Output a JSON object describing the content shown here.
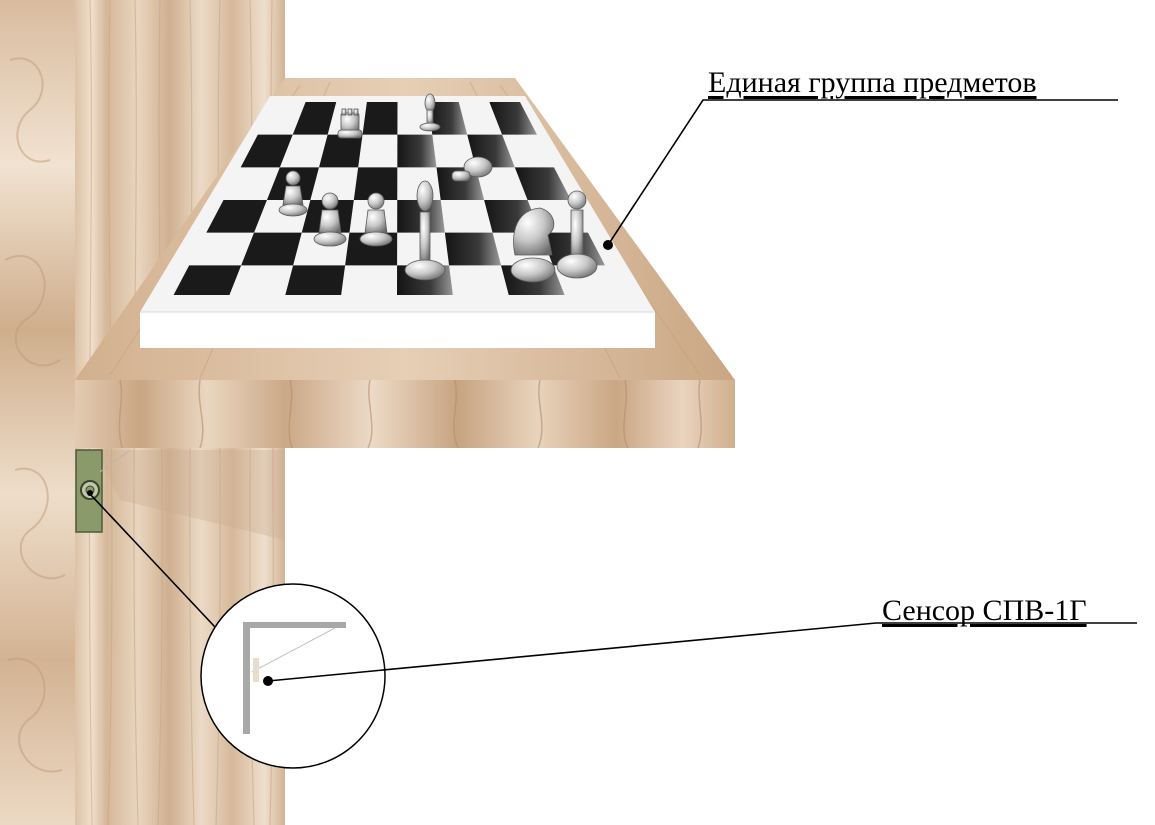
{
  "callouts": {
    "group_label": "Единая группа предметов",
    "sensor_label": "Сенсор СПВ-1Г"
  },
  "scene": {
    "objects": [
      "wooden-wall",
      "wooden-shelf",
      "chessboard",
      "chess-pieces",
      "sensor-plate",
      "magnifier-circle"
    ],
    "colors": {
      "wood_light": "#ead6c0",
      "wood_mid": "#d8bda0",
      "wood_dark": "#b89578",
      "board_dark": "#1a1a1a",
      "board_light": "#ffffff",
      "sensor_plate": "#8a9a6a",
      "bracket": "#a8a8a8"
    }
  }
}
